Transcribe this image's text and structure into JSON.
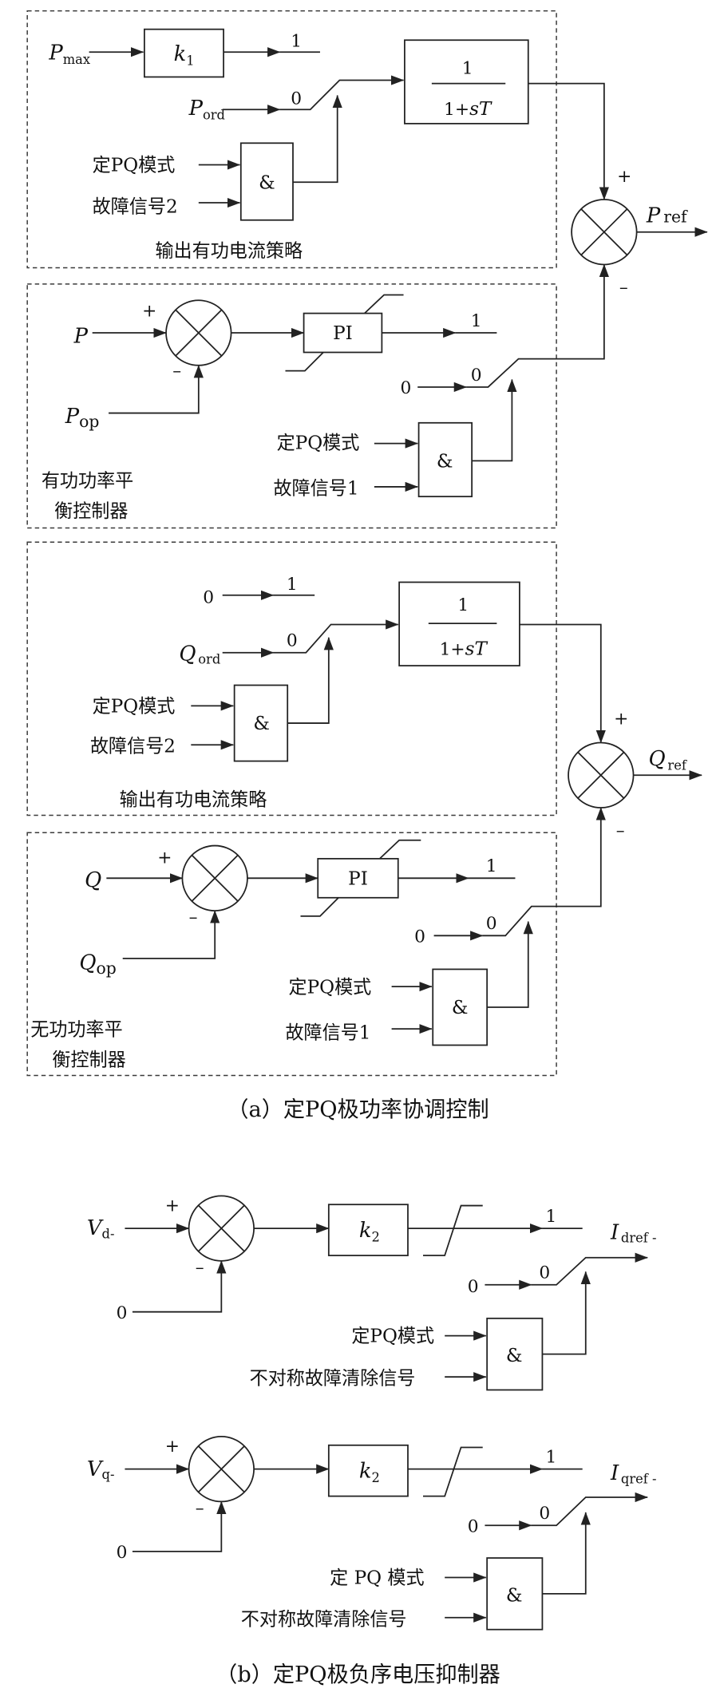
{
  "figure_a": {
    "caption": "（a）定PQ极功率协调控制",
    "active_current_strategy": {
      "title": "输出有功电流策略",
      "p_max": {
        "var": "P",
        "sub": "max"
      },
      "gain": {
        "var": "k",
        "sub": "1"
      },
      "limit_output": "1",
      "p_ord": {
        "var": "P",
        "sub": "ord"
      },
      "switch_default": "0",
      "mode_input": "定PQ模式",
      "fault_input": "故障信号2",
      "and_gate": "&",
      "lag_numerator": "1",
      "lag_denominator": {
        "const": "1+",
        "var": "sT"
      }
    },
    "p_ref_sum": {
      "plus": "+",
      "minus": "–",
      "output": {
        "var": "P",
        "sub": "ref"
      }
    },
    "active_power_balance": {
      "title_line1": "有功功率平",
      "title_line2": "衡控制器",
      "input": "P",
      "plus": "+",
      "minus": "–",
      "p_op": {
        "var": "P",
        "sub": "op"
      },
      "controller": "PI",
      "limit_output": "1",
      "zero_input": "0",
      "switch_default": "0",
      "mode_input": "定PQ模式",
      "fault_input": "故障信号1",
      "and_gate": "&"
    },
    "reactive_current_strategy": {
      "title": "输出有功电流策略",
      "zero_input": "0",
      "limit_output": "1",
      "q_ord": {
        "var": "Q",
        "sub": "ord"
      },
      "switch_default": "0",
      "mode_input": "定PQ模式",
      "fault_input": "故障信号2",
      "and_gate": "&",
      "lag_numerator": "1",
      "lag_denominator": {
        "const": "1+",
        "var": "sT"
      }
    },
    "q_ref_sum": {
      "plus": "+",
      "minus": "–",
      "output": {
        "var": "Q",
        "sub": "ref"
      }
    },
    "reactive_power_balance": {
      "title_line1": "无功功率平",
      "title_line2": "衡控制器",
      "input": "Q",
      "plus": "+",
      "minus": "–",
      "q_op": {
        "var": "Q",
        "sub": "op"
      },
      "controller": "PI",
      "limit_output": "1",
      "zero_input": "0",
      "switch_default": "0",
      "mode_input": "定PQ模式",
      "fault_input": "故障信号1",
      "and_gate": "&"
    }
  },
  "figure_b": {
    "caption": "（b）定PQ极负序电压抑制器",
    "d_axis": {
      "input": {
        "var": "V",
        "sub": "d-"
      },
      "plus": "+",
      "minus": "–",
      "zero_reference": "0",
      "gain": {
        "var": "k",
        "sub": "2"
      },
      "limit_output": "1",
      "output": {
        "var": "I",
        "sub": "dref -"
      },
      "zero_input": "0",
      "switch_default": "0",
      "mode_input": "定PQ模式",
      "clear_input": "不对称故障清除信号",
      "and_gate": "&"
    },
    "q_axis": {
      "input": {
        "var": "V",
        "sub": "q-"
      },
      "plus": "+",
      "minus": "–",
      "zero_reference": "0",
      "gain": {
        "var": "k",
        "sub": "2"
      },
      "limit_output": "1",
      "output": {
        "var": "I",
        "sub": "qref -"
      },
      "zero_input": "0",
      "switch_default": "0",
      "mode_input": "定 PQ 模式",
      "clear_input": "不对称故障清除信号",
      "and_gate": "&"
    }
  }
}
